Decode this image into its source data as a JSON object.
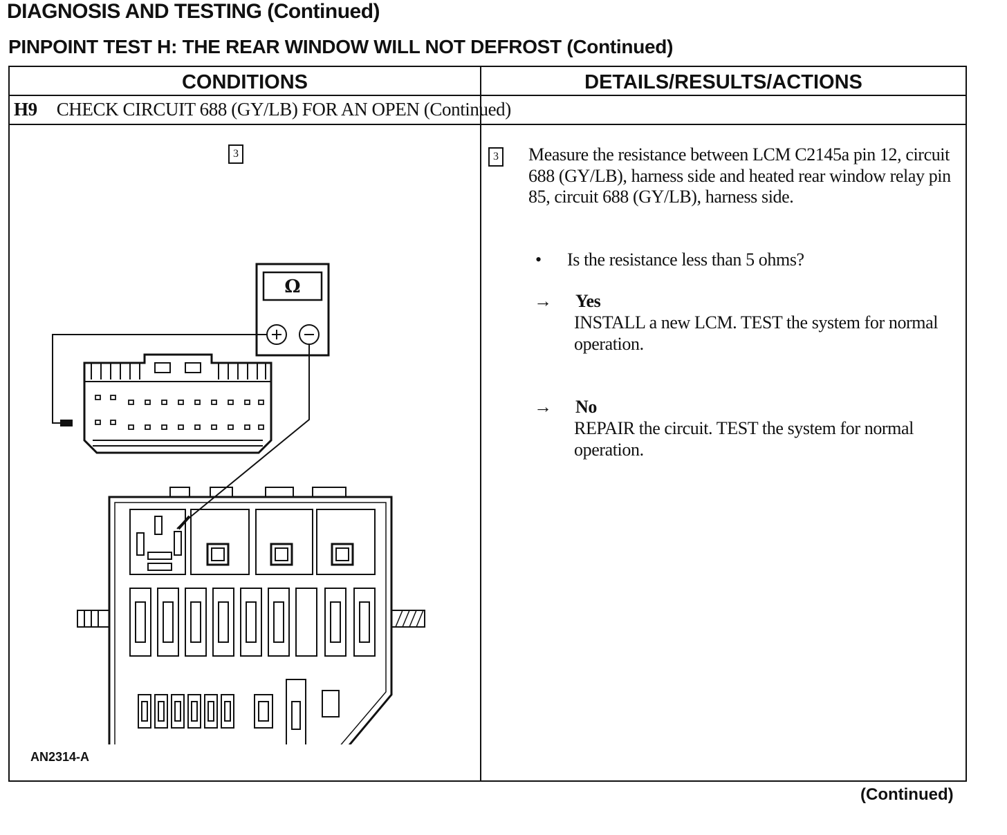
{
  "header": {
    "title": "DIAGNOSIS AND TESTING (Continued)",
    "subtitle": "PINPOINT TEST H: THE REAR WINDOW WILL NOT DEFROST (Continued)"
  },
  "table": {
    "col_conditions": "CONDITIONS",
    "col_details": "DETAILS/RESULTS/ACTIONS",
    "step_id": "H9",
    "step_title": "CHECK CIRCUIT 688 (GY/LB) FOR AN OPEN (Continued)"
  },
  "left": {
    "step_number": "3",
    "meter_symbol": "Ω",
    "figure_id": "AN2314-A"
  },
  "right": {
    "step_number": "3",
    "instruction": "Measure the resistance between LCM C2145a pin 12, circuit 688 (GY/LB), harness side and heated rear window relay pin 85, circuit 688 (GY/LB), harness side.",
    "bullet": "•",
    "question": "Is the resistance less than 5 ohms?",
    "responses": [
      {
        "arrow": "→",
        "label": "Yes",
        "text": "INSTALL a new LCM. TEST the system for normal operation."
      },
      {
        "arrow": "→",
        "label": "No",
        "text": "REPAIR the circuit. TEST the system for normal operation."
      }
    ]
  },
  "footer": {
    "continued": "(Continued)"
  }
}
